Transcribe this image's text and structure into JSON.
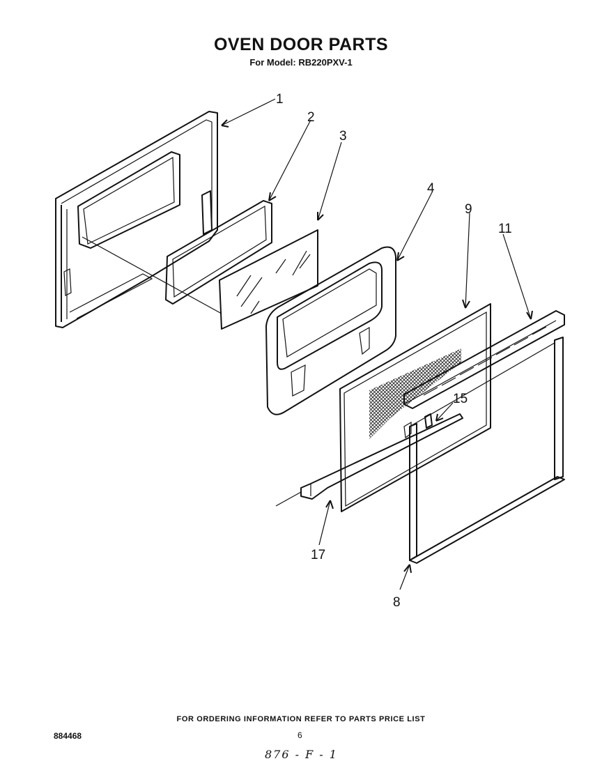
{
  "header": {
    "title": "OVEN DOOR PARTS",
    "subtitle": "For Model: RB220PXV-1"
  },
  "callouts": {
    "c1": "1",
    "c2": "2",
    "c3": "3",
    "c4": "4",
    "c9": "9",
    "c11": "11",
    "c15": "15",
    "c17": "17",
    "c8": "8"
  },
  "footer": {
    "note": "FOR ORDERING INFORMATION REFER TO PARTS PRICE LIST",
    "doc_number": "884468",
    "page_number": "6",
    "handwritten": "876 - F - 1"
  }
}
